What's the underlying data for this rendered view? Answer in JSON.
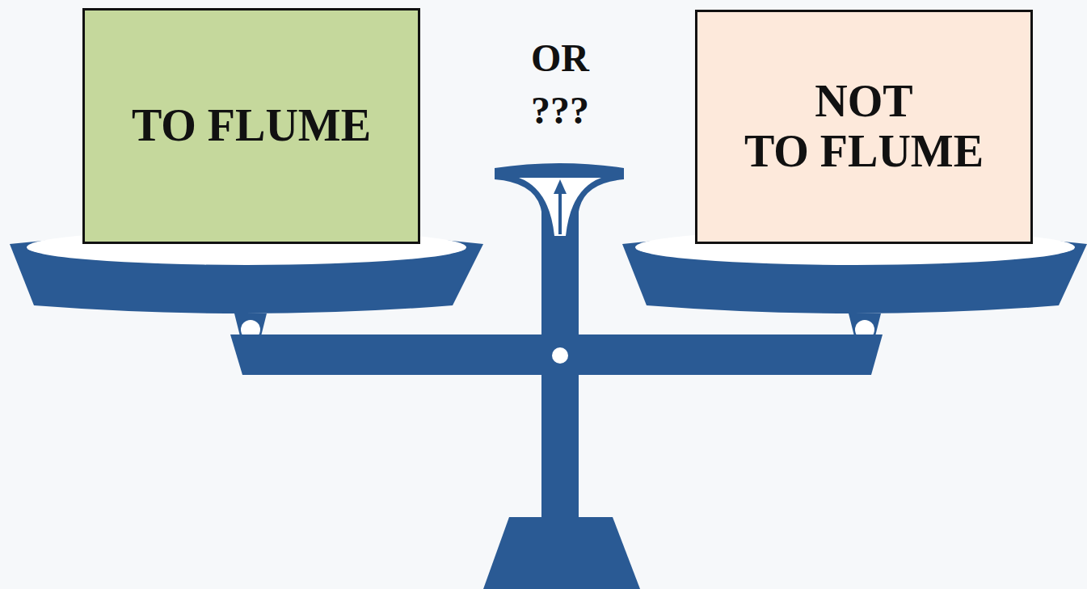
{
  "diagram": {
    "nodes": [
      {
        "text": [
          "TO FLUME"
        ]
      },
      {
        "text": [
          "NOT TO FLUME"
        ]
      }
    ],
    "labels": [
      "OR ???"
    ]
  }
}
